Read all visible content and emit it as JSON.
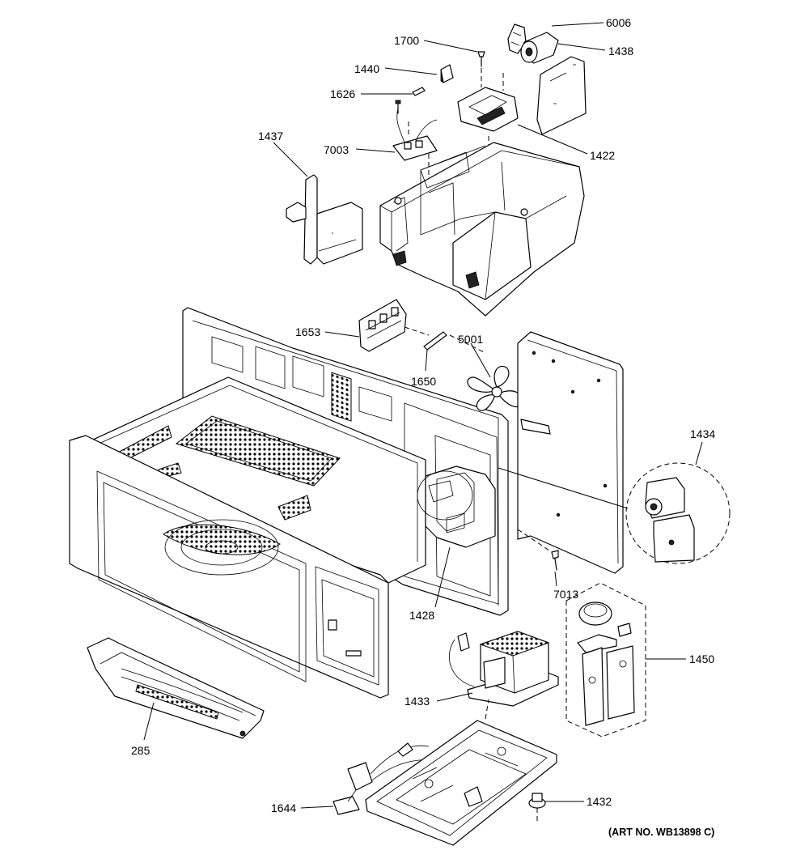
{
  "parts": [
    {
      "id": "6006",
      "label": "6006"
    },
    {
      "id": "1438",
      "label": "1438"
    },
    {
      "id": "1700",
      "label": "1700"
    },
    {
      "id": "1440",
      "label": "1440"
    },
    {
      "id": "1626",
      "label": "1626"
    },
    {
      "id": "1437",
      "label": "1437"
    },
    {
      "id": "7003",
      "label": "7003"
    },
    {
      "id": "1422",
      "label": "1422"
    },
    {
      "id": "1653",
      "label": "1653"
    },
    {
      "id": "5001",
      "label": "5001"
    },
    {
      "id": "1650",
      "label": "1650"
    },
    {
      "id": "1434",
      "label": "1434"
    },
    {
      "id": "7013",
      "label": "7013"
    },
    {
      "id": "1428",
      "label": "1428"
    },
    {
      "id": "1450",
      "label": "1450"
    },
    {
      "id": "1433",
      "label": "1433"
    },
    {
      "id": "285",
      "label": "285"
    },
    {
      "id": "1644",
      "label": "1644"
    },
    {
      "id": "1432",
      "label": "1432"
    }
  ],
  "art_number": "(ART NO. WB13898 C)"
}
